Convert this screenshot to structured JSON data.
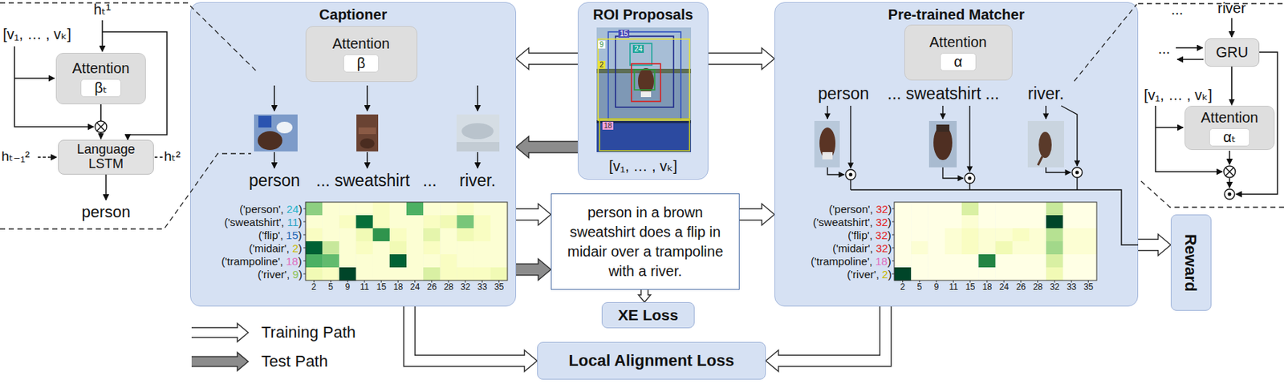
{
  "diagram": {
    "nodes": [
      {
        "text": [
          "Attention",
          "βₜ"
        ]
      },
      {
        "text": [
          "Language LSTM"
        ]
      },
      {
        "text": [
          "Captioner"
        ]
      },
      {
        "text": [
          "Attention",
          "β"
        ],
        "in": 2
      },
      {
        "text": [
          "ROI Proposals",
          "[v₁, … , vₖ]"
        ]
      },
      {
        "text": [
          "Pre-trained Matcher"
        ]
      },
      {
        "text": [
          "Attention",
          "α"
        ],
        "in": 5
      },
      {
        "text": [
          "GRU"
        ]
      },
      {
        "text": [
          "Attention",
          "αₜ"
        ]
      },
      {
        "text": [
          "person in a brown sweatshirt does a flip in midair over a trampoline with a river."
        ]
      },
      {
        "text": [
          "XE Loss"
        ]
      },
      {
        "text": [
          "Reward"
        ]
      },
      {
        "text": [
          "Local Alignment Loss"
        ]
      }
    ],
    "edges": [
      {
        "from": 4,
        "to": 2,
        "arrow": "to"
      },
      {
        "from": 4,
        "to": 2,
        "arrow": "to"
      },
      {
        "from": 4,
        "to": 5,
        "arrow": "to"
      },
      {
        "from": 2,
        "to": 9,
        "arrow": "to"
      },
      {
        "from": 2,
        "to": 9,
        "arrow": "to"
      },
      {
        "from": 9,
        "to": 5,
        "arrow": "to"
      },
      {
        "from": 9,
        "to": 10,
        "arrow": "to"
      },
      {
        "from": 2,
        "to": 12,
        "arrow": "to"
      },
      {
        "from": 5,
        "to": 12,
        "arrow": "to"
      },
      {
        "from": 5,
        "to": 11,
        "arrow": "to"
      },
      {
        "from": 0,
        "to": 1,
        "arrow": "to"
      },
      {
        "from": 7,
        "to": 8,
        "arrow": "to"
      }
    ],
    "labels": [
      "[v₁, … , vₖ]",
      "hₜ¹",
      "hₜ₋₁²",
      "hₜ²",
      "person",
      "person",
      "...",
      "sweatshirt",
      "...",
      "river.",
      "('person',",
      "24",
      ")",
      "('sweatshirt',",
      "11",
      ")",
      "('flip',",
      "15",
      ")",
      "('midair',",
      "2",
      ")",
      "('trampoline',",
      "18",
      ")",
      "('river',",
      "9",
      ")",
      "2",
      "5",
      "9",
      "11",
      "15",
      "18",
      "24",
      "26",
      "28",
      "32",
      "33",
      "35",
      "15",
      "9",
      "24",
      "2",
      "18",
      "person",
      "...",
      "sweatshirt",
      "...",
      "river.",
      "('person',",
      "32",
      ")",
      "('sweatshirt',",
      "32",
      ")",
      "('flip',",
      "32",
      ")",
      "('midair',",
      "32",
      ")",
      "('trampoline',",
      "18",
      ")",
      "('river',",
      "2",
      ")",
      "2",
      "5",
      "9",
      "11",
      "15",
      "18",
      "24",
      "26",
      "28",
      "32",
      "33",
      "35",
      "...",
      "river",
      "...",
      "[v₁, … , vₖ]"
    ],
    "legend": [
      {
        "text": "Training Path"
      },
      {
        "text": "Test Path"
      }
    ]
  }
}
